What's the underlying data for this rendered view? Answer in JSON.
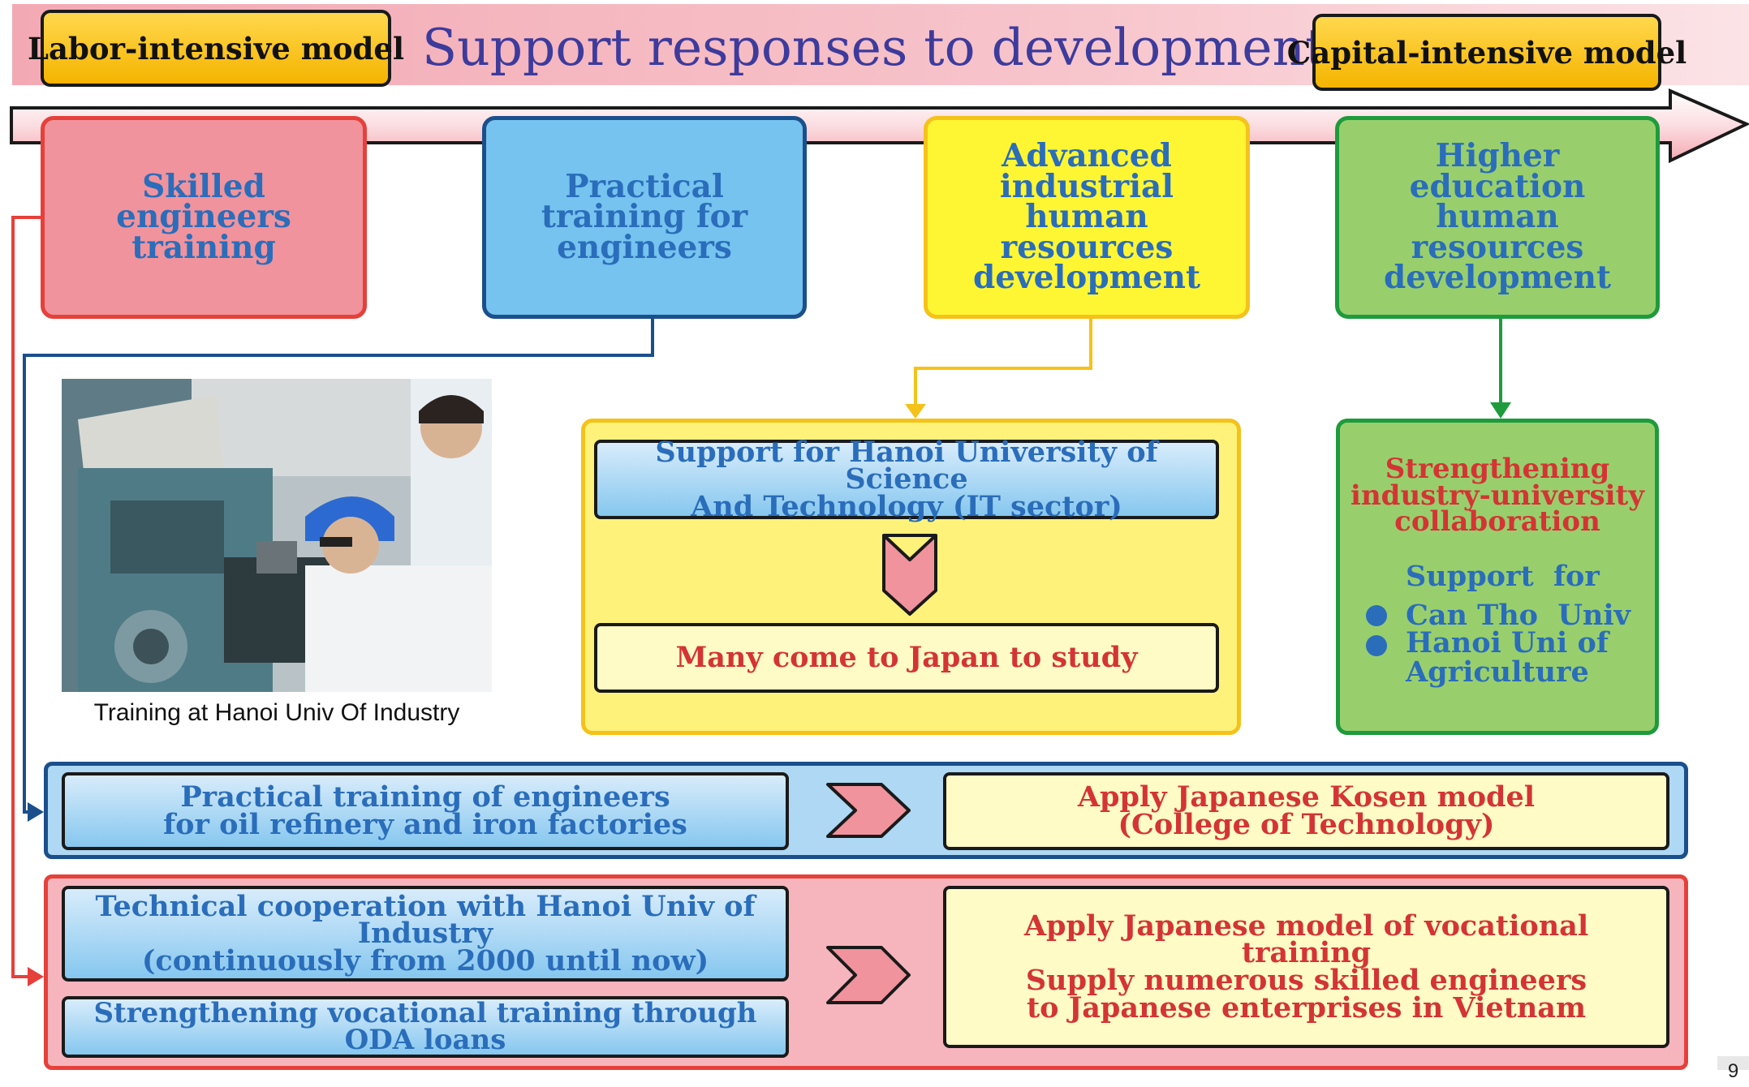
{
  "header": {
    "labor_model": "Labor-intensive model",
    "title": "Support responses to development level",
    "capital_model": "Capital-intensive model"
  },
  "stages": [
    {
      "label": "Skilled\nengineers\ntraining"
    },
    {
      "label": "Practical\ntraining for\nengineers"
    },
    {
      "label": "Advanced\nindustrial\nhuman resources\ndevelopment"
    },
    {
      "label": "Higher education\nhuman resources\ndevelopment"
    }
  ],
  "photo": {
    "caption": "Training at Hanoi Univ Of Industry"
  },
  "advanced": {
    "support_text": "Support for Hanoi University of Science\nAnd Technology (IT sector)",
    "result_text": "Many come to Japan to study"
  },
  "higher_ed": {
    "heading": "Strengthening\nindustry-university\ncollaboration",
    "support_for": "Support  for",
    "items": [
      "Can Tho  Univ",
      "Hanoi Uni  of\nAgriculture"
    ]
  },
  "practical_row": {
    "left": "Practical training of engineers\nfor oil refinery and iron factories",
    "right": "Apply Japanese Kosen model\n(College of Technology)"
  },
  "skilled_row": {
    "left_top": "Technical cooperation with Hanoi Univ of Industry\n(continuously from 2000 until now)",
    "left_bottom": "Strengthening vocational training through ODA loans",
    "right": "Apply Japanese model of vocational training\nSupply numerous skilled engineers\nto Japanese enterprises in Vietnam"
  },
  "page_number": "9",
  "colors": {
    "pink": "#f0939c",
    "blue": "#75c3ee",
    "yellow": "#fff633",
    "green": "#98cf6c",
    "dark_blue_border": "#1b4f8c",
    "red_border": "#e6403a",
    "gold_border": "#f5c21a",
    "green_border": "#1e9b3c"
  }
}
